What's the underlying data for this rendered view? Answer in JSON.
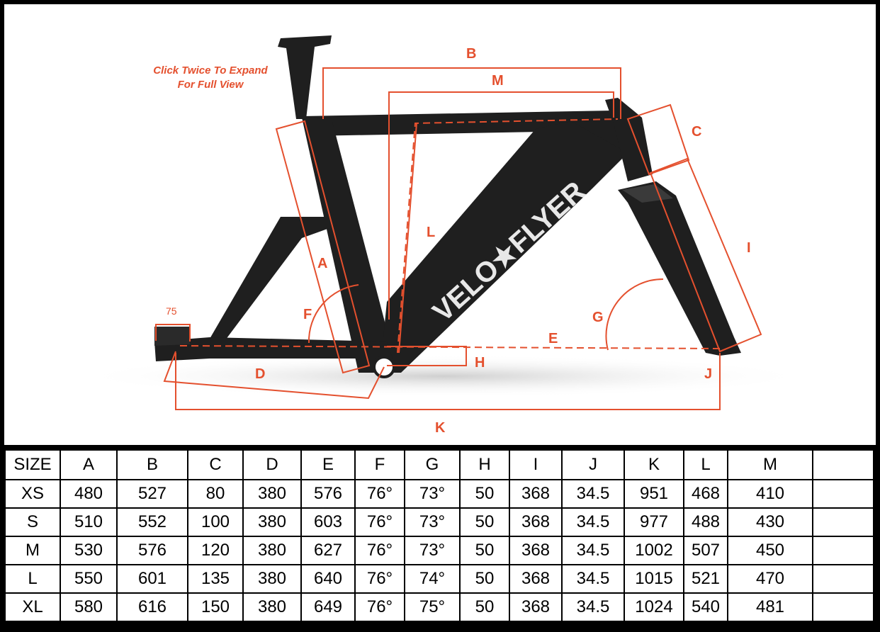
{
  "diagram": {
    "note_line1": "Click Twice To Expand",
    "note_line2": "For Full View",
    "brand": "VELO★FLYER",
    "labels": {
      "A": "A",
      "B": "B",
      "C": "C",
      "D": "D",
      "E": "E",
      "F": "F",
      "G": "G",
      "H": "H",
      "I": "I",
      "J": "J",
      "K": "K",
      "L": "L",
      "M": "M",
      "small": "75"
    },
    "accent_color": "#e4502e",
    "frame_color": "#1f1f1f"
  },
  "table": {
    "headers": [
      "SIZE",
      "A",
      "B",
      "C",
      "D",
      "E",
      "F",
      "G",
      "H",
      "I",
      "J",
      "K",
      "L",
      "M",
      ""
    ],
    "rows": [
      [
        "XS",
        "480",
        "527",
        "80",
        "380",
        "576",
        "76°",
        "73°",
        "50",
        "368",
        "34.5",
        "951",
        "468",
        "410",
        ""
      ],
      [
        "S",
        "510",
        "552",
        "100",
        "380",
        "603",
        "76°",
        "73°",
        "50",
        "368",
        "34.5",
        "977",
        "488",
        "430",
        ""
      ],
      [
        "M",
        "530",
        "576",
        "120",
        "380",
        "627",
        "76°",
        "73°",
        "50",
        "368",
        "34.5",
        "1002",
        "507",
        "450",
        ""
      ],
      [
        "L",
        "550",
        "601",
        "135",
        "380",
        "640",
        "76°",
        "74°",
        "50",
        "368",
        "34.5",
        "1015",
        "521",
        "470",
        ""
      ],
      [
        "XL",
        "580",
        "616",
        "150",
        "380",
        "649",
        "76°",
        "75°",
        "50",
        "368",
        "34.5",
        "1024",
        "540",
        "481",
        ""
      ]
    ]
  }
}
